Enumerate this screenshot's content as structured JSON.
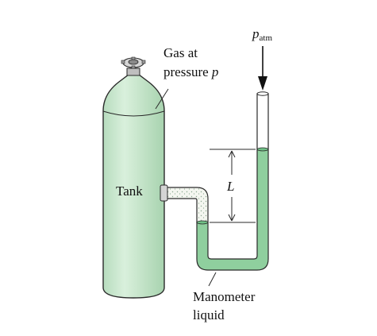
{
  "labels": {
    "gas_line1": "Gas at",
    "gas_line2_prefix": "pressure ",
    "gas_var": "p",
    "patm_var": "p",
    "patm_sub": "atm",
    "tank": "Tank",
    "length": "L",
    "manometer_line1": "Manometer",
    "manometer_line2": "liquid"
  },
  "colors": {
    "tank_fill": "#c9e7cd",
    "tank_shade": "#a9d1b0",
    "tank_stroke": "#2a2a2a",
    "liquid": "#8fcf9e",
    "liquid_dark": "#5fae74",
    "gas_speckle": "#e9efe6",
    "ink": "#111111"
  },
  "icons": {
    "valve": "valve-wheel-icon",
    "arrow": "arrow-down-icon"
  }
}
